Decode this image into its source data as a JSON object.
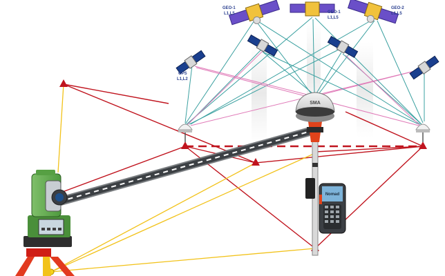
{
  "satellites": {
    "geo": [
      {
        "id": "geo1-left",
        "line1": "GEO-1",
        "line2": "L1,L5"
      },
      {
        "id": "geo1-mid",
        "line1": "GEO-1",
        "line2": "L1,L5"
      },
      {
        "id": "geo2-right",
        "line1": "GEO-2",
        "line2": "L1,L5"
      }
    ],
    "gps": {
      "line1": "GPS",
      "line2": "L1,L2"
    }
  },
  "rover_brand": "SMA",
  "controller_brand": "Nomad"
}
